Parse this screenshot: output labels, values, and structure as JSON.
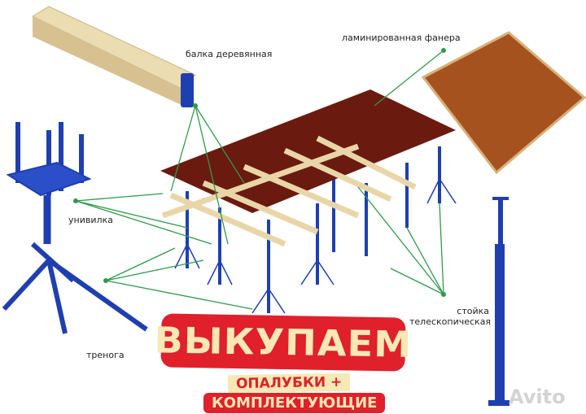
{
  "labels": {
    "beam": "балка деревянная",
    "plywood": "ламинированная фанера",
    "unifork": "унивилка",
    "tripod": "тренога",
    "prop_line1": "стойка",
    "prop_line2": "телескопическая"
  },
  "banner": {
    "main": "ВЫКУПАЕМ",
    "line1": "ОПАЛУБКИ +",
    "line2": "КОМПЛЕКТУЮЩИЕ"
  },
  "watermark": "Avito",
  "colors": {
    "banner_red": "#e0202b",
    "banner_cream": "#f7e8b4",
    "steel_blue": "#1f3fb0",
    "deck_brown": "#6b1a10",
    "leader_green": "#2f9a4a",
    "wood": "#e9d6a8"
  }
}
